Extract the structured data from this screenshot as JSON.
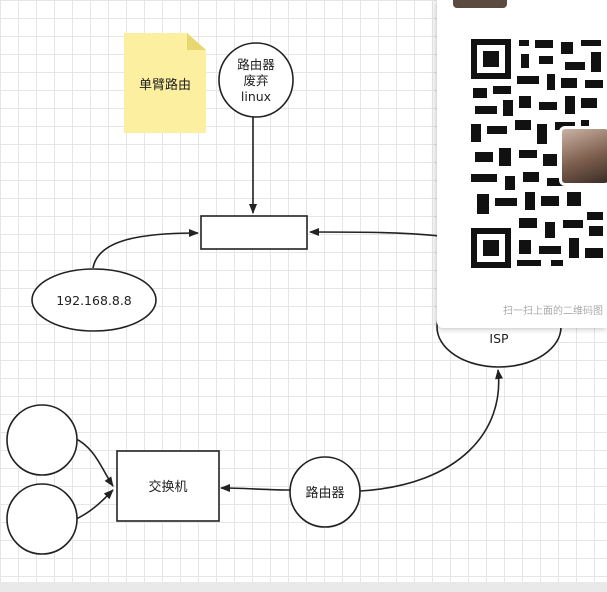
{
  "diagram": {
    "note": {
      "text": "单臂路由",
      "color": "#fcf0a0"
    },
    "router_deprecated": {
      "lines": [
        "路由器",
        "废弃",
        "linux"
      ]
    },
    "ip_node": {
      "text": "192.168.8.8"
    },
    "isp_node": {
      "text": "ISP"
    },
    "switch": {
      "text": "交换机"
    },
    "router": {
      "text": "路由器"
    }
  },
  "qr_overlay": {
    "caption": "扫一扫上面的二维码图",
    "icons": [
      "qr-code-icon",
      "avatar"
    ]
  }
}
